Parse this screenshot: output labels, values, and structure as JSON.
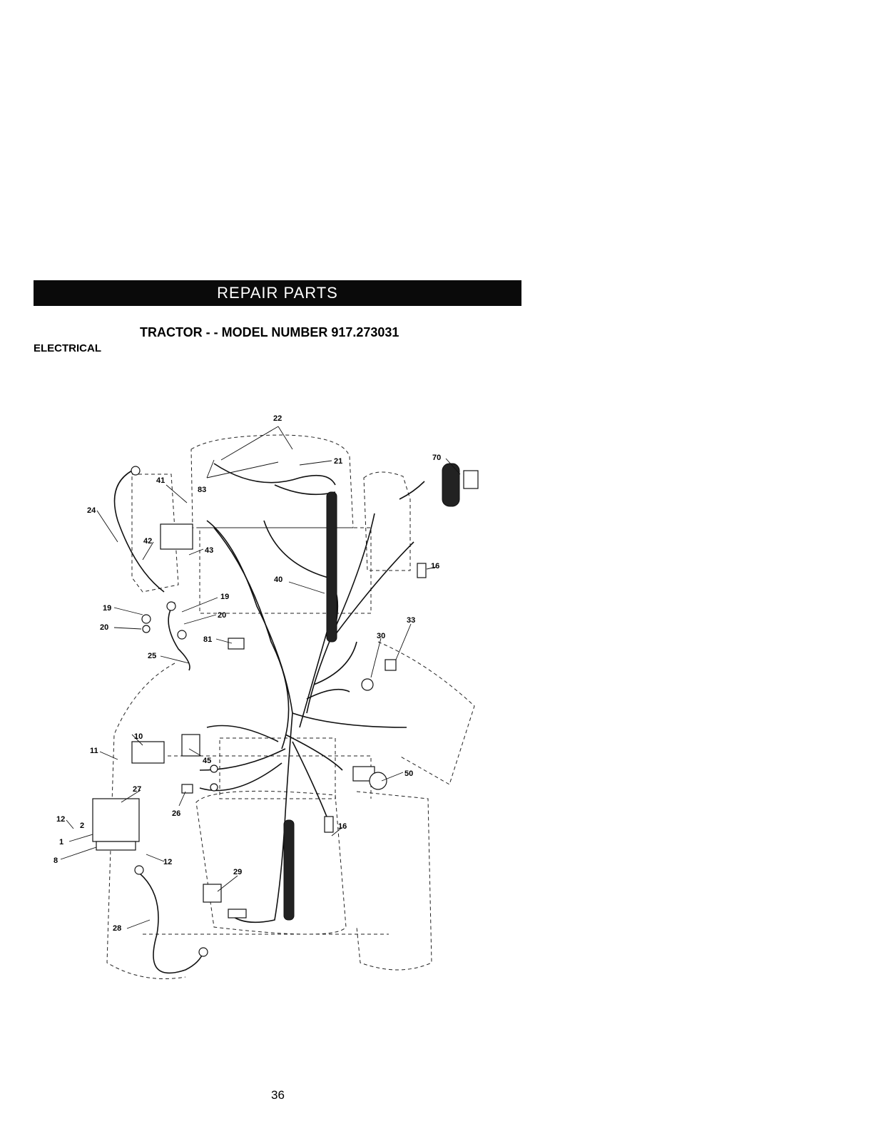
{
  "header": {
    "banner": "REPAIR PARTS"
  },
  "title": "TRACTOR - - MODEL NUMBER 917.273031",
  "section": "ELECTRICAL",
  "page_number": "36",
  "callouts": [
    "22",
    "21",
    "70",
    "41",
    "83",
    "24",
    "42",
    "43",
    "16",
    "40",
    "19",
    "20",
    "33",
    "30",
    "81",
    "25",
    "10",
    "11",
    "45",
    "50",
    "27",
    "26",
    "12",
    "2",
    "1",
    "8",
    "16",
    "29",
    "28"
  ]
}
